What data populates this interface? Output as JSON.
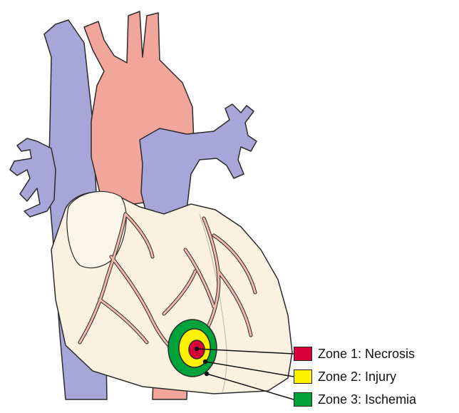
{
  "legend": [
    {
      "label": "Zone 1: Necrosis",
      "color": "#d9003a"
    },
    {
      "label": "Zone 2: Injury",
      "color": "#fff200"
    },
    {
      "label": "Zone 3: Ischemia",
      "color": "#00a23a"
    }
  ],
  "colors": {
    "vein": "#a8a6d8",
    "aorta": "#f2a59a",
    "heart": "#fbf1e1",
    "coronary_vessel": "#f0b8a8",
    "outline": "#2b2b2b"
  }
}
